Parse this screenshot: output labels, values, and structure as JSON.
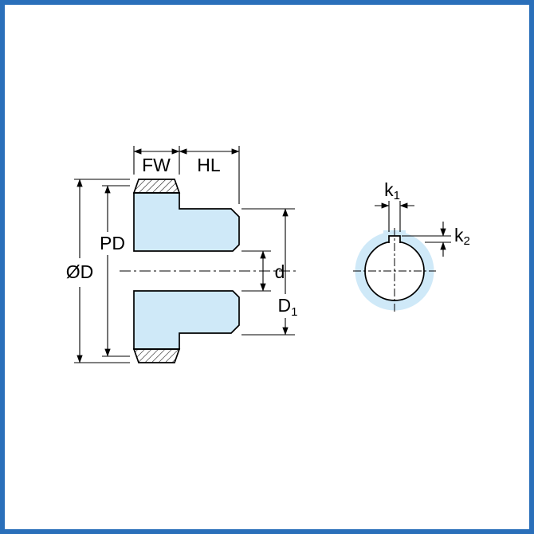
{
  "frame": {
    "border_color": "#2a6fba"
  },
  "colors": {
    "fill": "#cfe9f8",
    "line": "#000000"
  },
  "left_view": {
    "fw_label": "FW",
    "hl_label": "HL",
    "pd_label": "PD",
    "od_label": "ØD",
    "d_label": "d",
    "d1_label_main": "D",
    "d1_label_sub": "1"
  },
  "right_view": {
    "k1_label_main": "k",
    "k1_label_sub": "1",
    "k2_label_main": "k",
    "k2_label_sub": "2"
  }
}
